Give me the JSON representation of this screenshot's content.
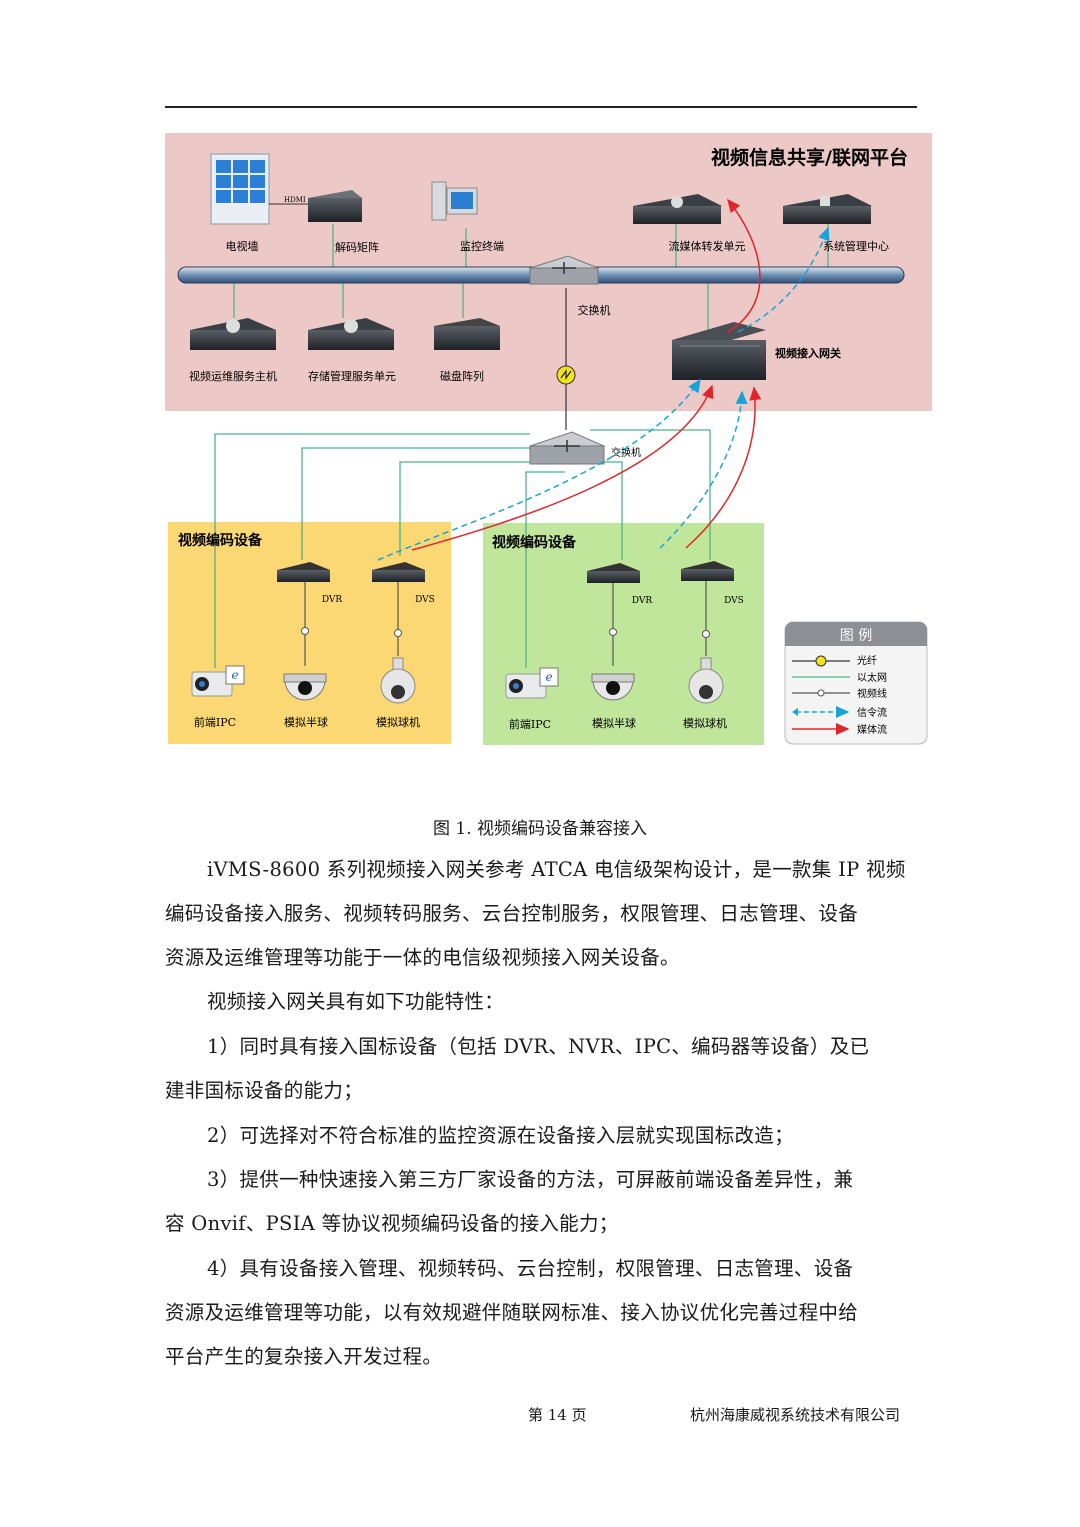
{
  "figure": {
    "platform_title": "视频信息共享/联网平台",
    "labels": {
      "tv_wall": "电视墙",
      "hdmi": "HDMI",
      "decode_matrix": "解码矩阵",
      "monitor_terminal": "监控终端",
      "stream_forward": "流媒体转发单元",
      "sys_mgmt": "系统管理中心",
      "switch_top": "交换机",
      "ops_host": "视频运维服务主机",
      "storage_mgmt": "存储管理服务单元",
      "disk_array": "磁盘阵列",
      "gateway": "视频接入网关",
      "switch_mid": "交换机"
    },
    "left_group": {
      "title": "视频编码设备",
      "dvr": "DVR",
      "dvs": "DVS",
      "ipc": "前端IPC",
      "dome": "模拟半球",
      "ptz": "模拟球机"
    },
    "right_group": {
      "title": "视频编码设备",
      "dvr": "DVR",
      "dvs": "DVS",
      "ipc": "前端IPC",
      "dome": "模拟半球",
      "ptz": "模拟球机"
    },
    "legend": {
      "title": "图 例",
      "fiber": "光纤",
      "ethernet": "以太网",
      "video_line": "视频线",
      "signal_flow": "信令流",
      "media_flow": "媒体流"
    },
    "colors": {
      "platform_bg": "#ecc8c6",
      "left_bg": "#fbd873",
      "right_bg": "#bfe69b",
      "ethernet": "#4bb58a",
      "signal": "#1aa3d6",
      "media": "#e0262a"
    }
  },
  "caption": "图 1. 视频编码设备兼容接入",
  "paragraphs": {
    "p1_l1": "iVMS-8600 系列视频接入网关参考 ATCA 电信级架构设计，是一款集 IP 视频",
    "p1_l2": "编码设备接入服务、视频转码服务、云台控制服务，权限管理、日志管理、设备",
    "p1_l3": "资源及运维管理等功能于一体的电信级视频接入网关设备。",
    "p2": "视频接入网关具有如下功能特性：",
    "i1_l1": "1）同时具有接入国标设备（包括 DVR、NVR、IPC、编码器等设备）及已",
    "i1_l2": "建非国标设备的能力；",
    "i2": "2）可选择对不符合标准的监控资源在设备接入层就实现国标改造；",
    "i3_l1": "3）提供一种快速接入第三方厂家设备的方法，可屏蔽前端设备差异性，兼",
    "i3_l2": "容 Onvif、PSIA 等协议视频编码设备的接入能力；",
    "i4_l1": "4）具有设备接入管理、视频转码、云台控制，权限管理、日志管理、设备",
    "i4_l2": "资源及运维管理等功能，以有效规避伴随联网标准、接入协议优化完善过程中给",
    "i4_l3": "平台产生的复杂接入开发过程。"
  },
  "footer": {
    "page": "第 14 页",
    "company": "杭州海康威视系统技术有限公司"
  }
}
